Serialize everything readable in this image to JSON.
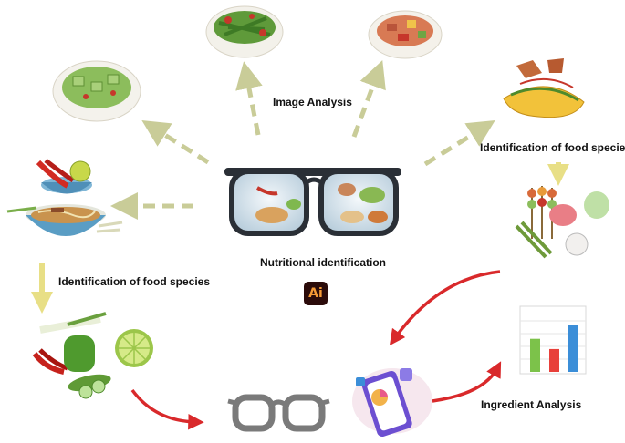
{
  "labels": {
    "image_analysis": "Image Analysis",
    "species_top": "Identification of food species",
    "species_left": "Identification of food species",
    "nutritional": "Nutritional identification",
    "ingredient": "Ingredient Analysis",
    "ai_badge": "Ai"
  },
  "illustrations": [
    "green-bean-bowl-icon",
    "meat-stirfry-bowl-icon",
    "cucumber-salad-bowl-icon",
    "chili-lime-bowl-icon",
    "noodle-soup-bowl-icon",
    "crepe-wrap-icon",
    "skewers-vegetables-icon",
    "smart-glasses-icon",
    "raw-vegetables-icon",
    "lime-slice-icon",
    "plain-glasses-icon",
    "phone-app-icon",
    "bar-chart-icon"
  ],
  "bar_chart": {
    "values": [
      0.55,
      0.38,
      0.78
    ],
    "colors": [
      "#7cc24a",
      "#e8403a",
      "#3b8ed8"
    ]
  },
  "colors": {
    "dashed_arrow": "#c9cc98",
    "red_arrow": "#d9292b",
    "yellow_arrow": "#e8df86"
  }
}
